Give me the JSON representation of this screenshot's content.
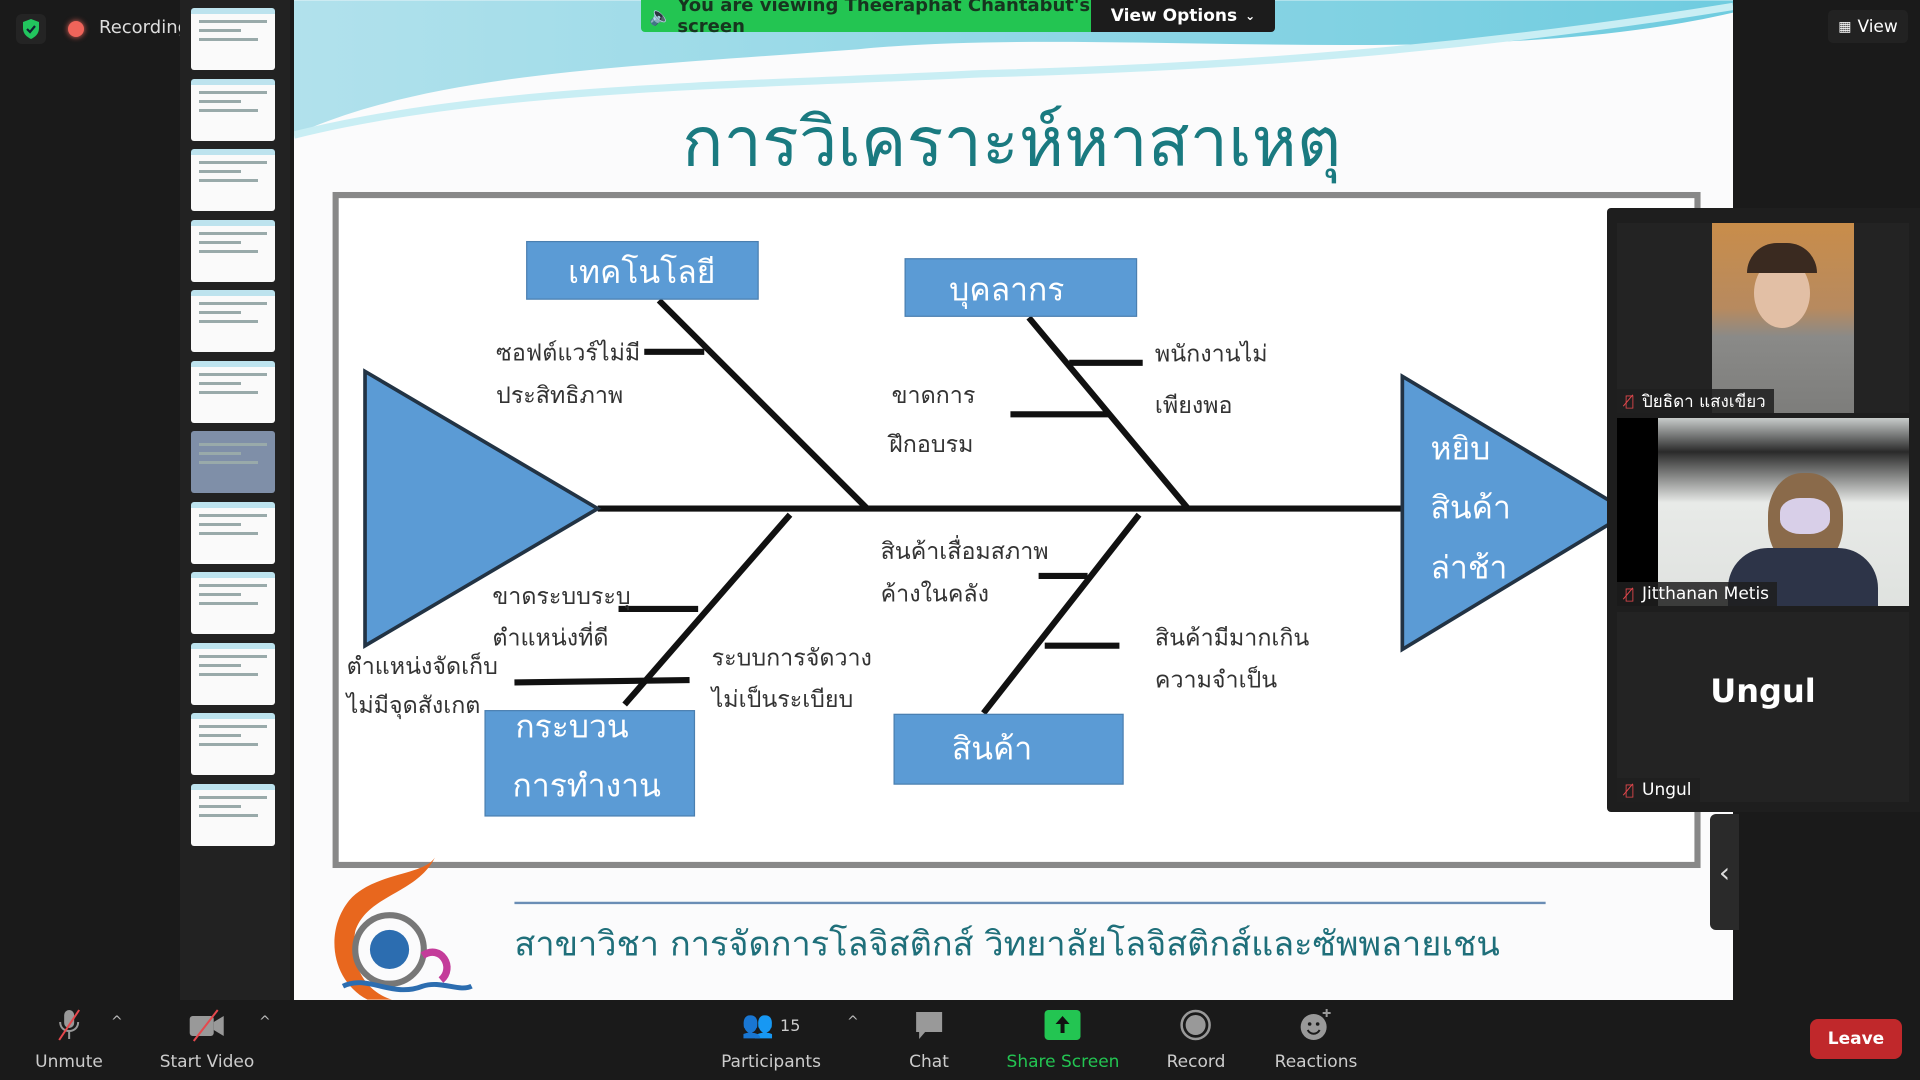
{
  "top": {
    "recording_label": "Recording",
    "banner_text": "You are viewing Theeraphat Chantabut's screen",
    "view_options_label": "View Options",
    "view_label": "View"
  },
  "slide": {
    "title": "การวิเคราะห์หาสาเหตุ",
    "categories": {
      "technology": "เทคโนโลยี",
      "personnel": "บุคลากร",
      "process": [
        "กระบวน",
        "การทำงาน"
      ],
      "product": "สินค้า"
    },
    "effect": [
      "หยิบ",
      "สินค้า",
      "ล่าช้า"
    ],
    "causes": {
      "software": [
        "ซอฟต์แวร์ไม่มี",
        "ประสิทธิภาพ"
      ],
      "training": [
        "ขาดการ",
        "ฝึกอบรม"
      ],
      "staff": [
        "พนักงานไม่",
        "เพียงพอ"
      ],
      "deteriorate": [
        "สินค้าเสื่อมสภาพ",
        "ค้างในคลัง"
      ],
      "location_system": [
        "ขาดระบบระบุ",
        "ตำแหน่งที่ดี"
      ],
      "arrangement": [
        "ระบบการจัดวาง",
        "ไม่เป็นระเบียบ"
      ],
      "storage": [
        "ตำแหน่งจัดเก็บ",
        "ไม่มีจุดสังเกต"
      ],
      "excess": [
        "สินค้ามีมากเกิน",
        "ความจำเป็น"
      ]
    },
    "footer": "สาขาวิชา การจัดการโลจิสติกส์ วิทยาลัยโลจิสติกส์และซัพพลายเชน"
  },
  "participants": [
    {
      "name": "ปิยธิดา แสงเขียว"
    },
    {
      "name": "Jitthanan Metis"
    },
    {
      "name": "Ungul",
      "display": "Ungul"
    }
  ],
  "toolbar": {
    "unmute": "Unmute",
    "start_video": "Start Video",
    "participants": "Participants",
    "participant_count": "15",
    "chat": "Chat",
    "share_screen": "Share Screen",
    "record": "Record",
    "reactions": "Reactions",
    "leave": "Leave"
  },
  "colors": {
    "share_green": "#23c552",
    "leave_red": "#c0282b",
    "fishbone_blue": "#5b9bd5",
    "title_teal": "#1a7a80"
  }
}
